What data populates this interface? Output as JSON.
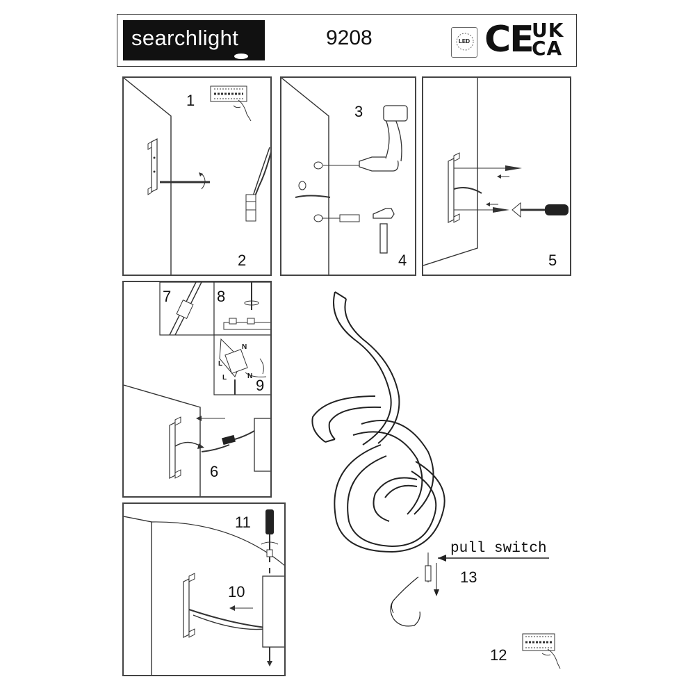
{
  "header": {
    "brand": "searchlight",
    "model_number": "9208",
    "led_badge": "LED",
    "ce_mark": "CE",
    "ukca_line1": "UK",
    "ukca_line2": "CA"
  },
  "steps": {
    "s1": "1",
    "s2": "2",
    "s3": "3",
    "s4": "4",
    "s5": "5",
    "s6": "6",
    "s7": "7",
    "s8": "8",
    "s9": "9",
    "s10": "10",
    "s11": "11",
    "s12": "12",
    "s13": "13"
  },
  "labels": {
    "pull_switch": "pull switch",
    "wire_n_top": "N",
    "wire_n_bottom": "N",
    "wire_l_top": "L",
    "wire_l_bottom": "L"
  }
}
